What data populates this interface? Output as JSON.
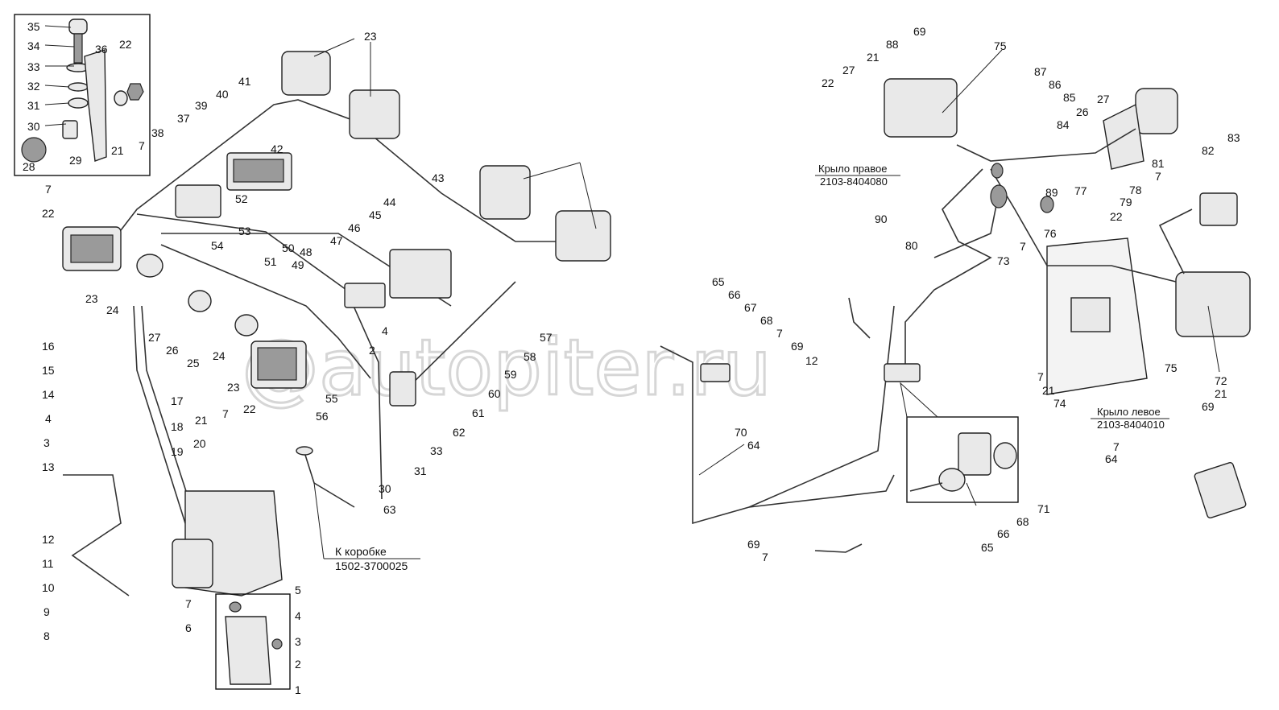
{
  "watermark": "@autopiter.ru",
  "captions": {
    "right_fender": "Крыло правое",
    "right_fender_code": "2103-8404080",
    "left_fender": "Крыло левое",
    "left_fender_code": "2103-8404010",
    "to_box": "К коробке",
    "to_box_code": "1502-3700025"
  },
  "callouts": [
    "35",
    "34",
    "33",
    "32",
    "31",
    "30",
    "28",
    "29",
    "36",
    "22",
    "21",
    "7",
    "23",
    "41",
    "40",
    "39",
    "38",
    "37",
    "42",
    "52",
    "53",
    "54",
    "50",
    "51",
    "48",
    "47",
    "46",
    "44",
    "45",
    "49",
    "43",
    "7",
    "22",
    "23",
    "24",
    "27",
    "26",
    "25",
    "24",
    "23",
    "55",
    "16",
    "15",
    "14",
    "4",
    "3",
    "13",
    "12",
    "11",
    "10",
    "9",
    "8",
    "17",
    "18",
    "19",
    "20",
    "21",
    "7",
    "22",
    "7",
    "6",
    "5",
    "4",
    "3",
    "2",
    "1",
    "56",
    "4",
    "2",
    "63",
    "30",
    "31",
    "33",
    "62",
    "61",
    "60",
    "59",
    "58",
    "57",
    "22",
    "27",
    "21",
    "88",
    "69",
    "75",
    "87",
    "86",
    "85",
    "84",
    "27",
    "26",
    "83",
    "82",
    "81",
    "7",
    "79",
    "77",
    "76",
    "89",
    "90",
    "80",
    "78",
    "22",
    "7",
    "73",
    "75",
    "72",
    "7",
    "21",
    "74",
    "69",
    "21",
    "7",
    "64",
    "65",
    "66",
    "67",
    "68",
    "7",
    "69",
    "12",
    "70",
    "64",
    "65",
    "66",
    "68",
    "71",
    "69",
    "7"
  ]
}
